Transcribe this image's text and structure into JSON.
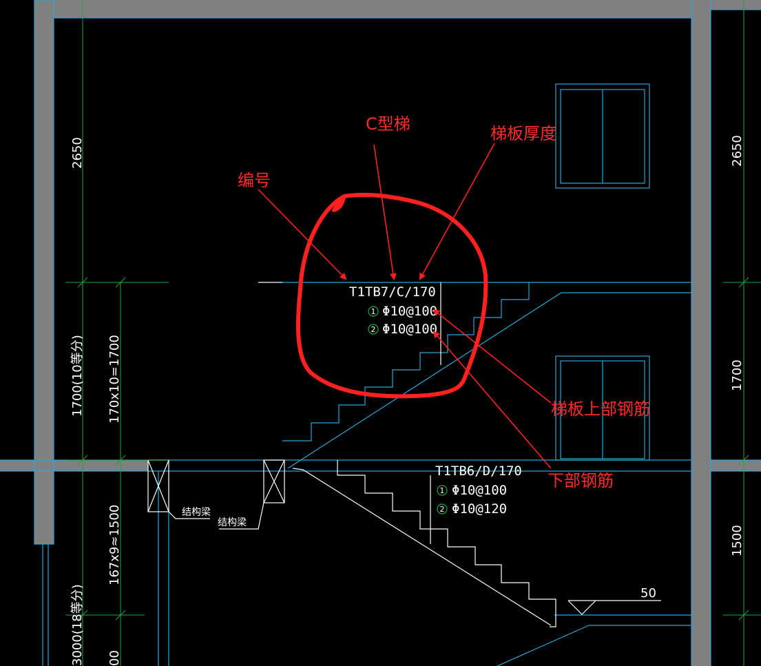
{
  "dimensions": {
    "left_top": "2650",
    "left_mid_total": "1700(10等分)",
    "left_mid_calc": "170x10=1700",
    "left_low_calc": "167x9≈1500",
    "left_low_total": "3000(18等分)",
    "left_bottom": "00",
    "right_top": "2650",
    "right_mid": "1700",
    "right_low": "1500",
    "level_mark": "50"
  },
  "stair_upper": {
    "code": "T1TB7/C/170",
    "rebar_1_num": "1",
    "rebar_1": "Φ10@100",
    "rebar_2_num": "2",
    "rebar_2": "Φ10@100"
  },
  "stair_lower": {
    "code": "T1TB6/D/170",
    "rebar_1_num": "1",
    "rebar_1": "Φ10@100",
    "rebar_2_num": "2",
    "rebar_2": "Φ10@120"
  },
  "beam_labels": {
    "beam_a": "结构梁",
    "beam_b": "结构梁"
  },
  "annotations": {
    "c_type": "C型梯",
    "thickness": "梯板厚度",
    "number": "编号",
    "top_rebar": "梯板上部钢筋",
    "bottom_rebar": "下部钢筋"
  },
  "colors": {
    "wall": "#808080",
    "cyan_line": "#2aa7d6",
    "green_line": "#1fa83a",
    "annotation_red": "#ff2020"
  }
}
